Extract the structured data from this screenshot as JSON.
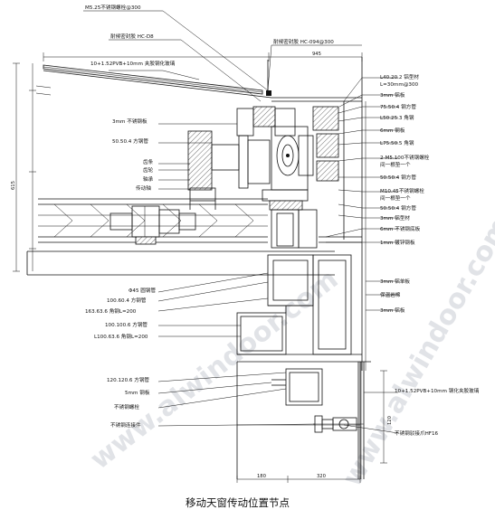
{
  "title": "移动天窗传动位置节点",
  "watermarks": [
    "www.alwindoor.com",
    "www.alwindoor.com"
  ],
  "top_labels": {
    "bolt_top": "M5.25不锈钢螺栓@300",
    "sealant_left": "耐候密封胶 HC-D8",
    "sealant_right": "耐候密封胶 HC-094@300"
  },
  "left_labels": {
    "glass_top": "10+1.52PVB+10mm 夹胶钢化玻璃",
    "plate_3mm": "3mm 不锈钢板",
    "tube_50": "50.50.4 方钢管",
    "part_a": "齿条",
    "part_b": "齿轮",
    "part_c": "轴承",
    "part_d": "传动轴",
    "tube_45": "Φ45 圆钢管",
    "tube_100_60": "100.60.4 方钢管",
    "angle_163": "163.63.6 角钢L=200",
    "tube_100_100": "100.100.6 方钢管",
    "angle_100": "L100.63.6 角钢L=200",
    "tube_120": "120.120.6 方钢管",
    "plate_5mm": "5mm 钢板",
    "bolt_left": "不锈钢螺栓",
    "anchor": "不锈钢连接件"
  },
  "right_labels": {
    "r1": "L40.20.2 铝型材",
    "r1b": "L=30mm@300",
    "r2": "3mm 铝板",
    "r3": "75.50.4 钢方管",
    "r4": "L50.25.3 角钢",
    "r5": "6mm 钢板",
    "r6": "L75.50.5 角钢",
    "r7": "2-M5.100不锈钢螺栓",
    "r7b": "间一根垫一个",
    "r8": "50.50.4 钢方管",
    "r9": "M10.45不锈钢螺栓",
    "r9b": "间一根垫一个",
    "r10": "50.50.4 钢方管",
    "r11": "3mm 铝型材",
    "r12": "6mm 不锈钢底板",
    "r13": "1mm 镀锌钢板",
    "r14": "3mm 铝单板",
    "r15": "保温岩棉",
    "r16": "3mm 铝板",
    "glass_right": "10+1.52PVB+10mm 钢化夹胶玻璃",
    "spider": "不锈钢驳接爪HF16"
  },
  "dimensions": {
    "top_total": "945",
    "left_vertical": "615",
    "right_vertical": "120",
    "bottom_left": "180",
    "bottom_right": "320"
  }
}
